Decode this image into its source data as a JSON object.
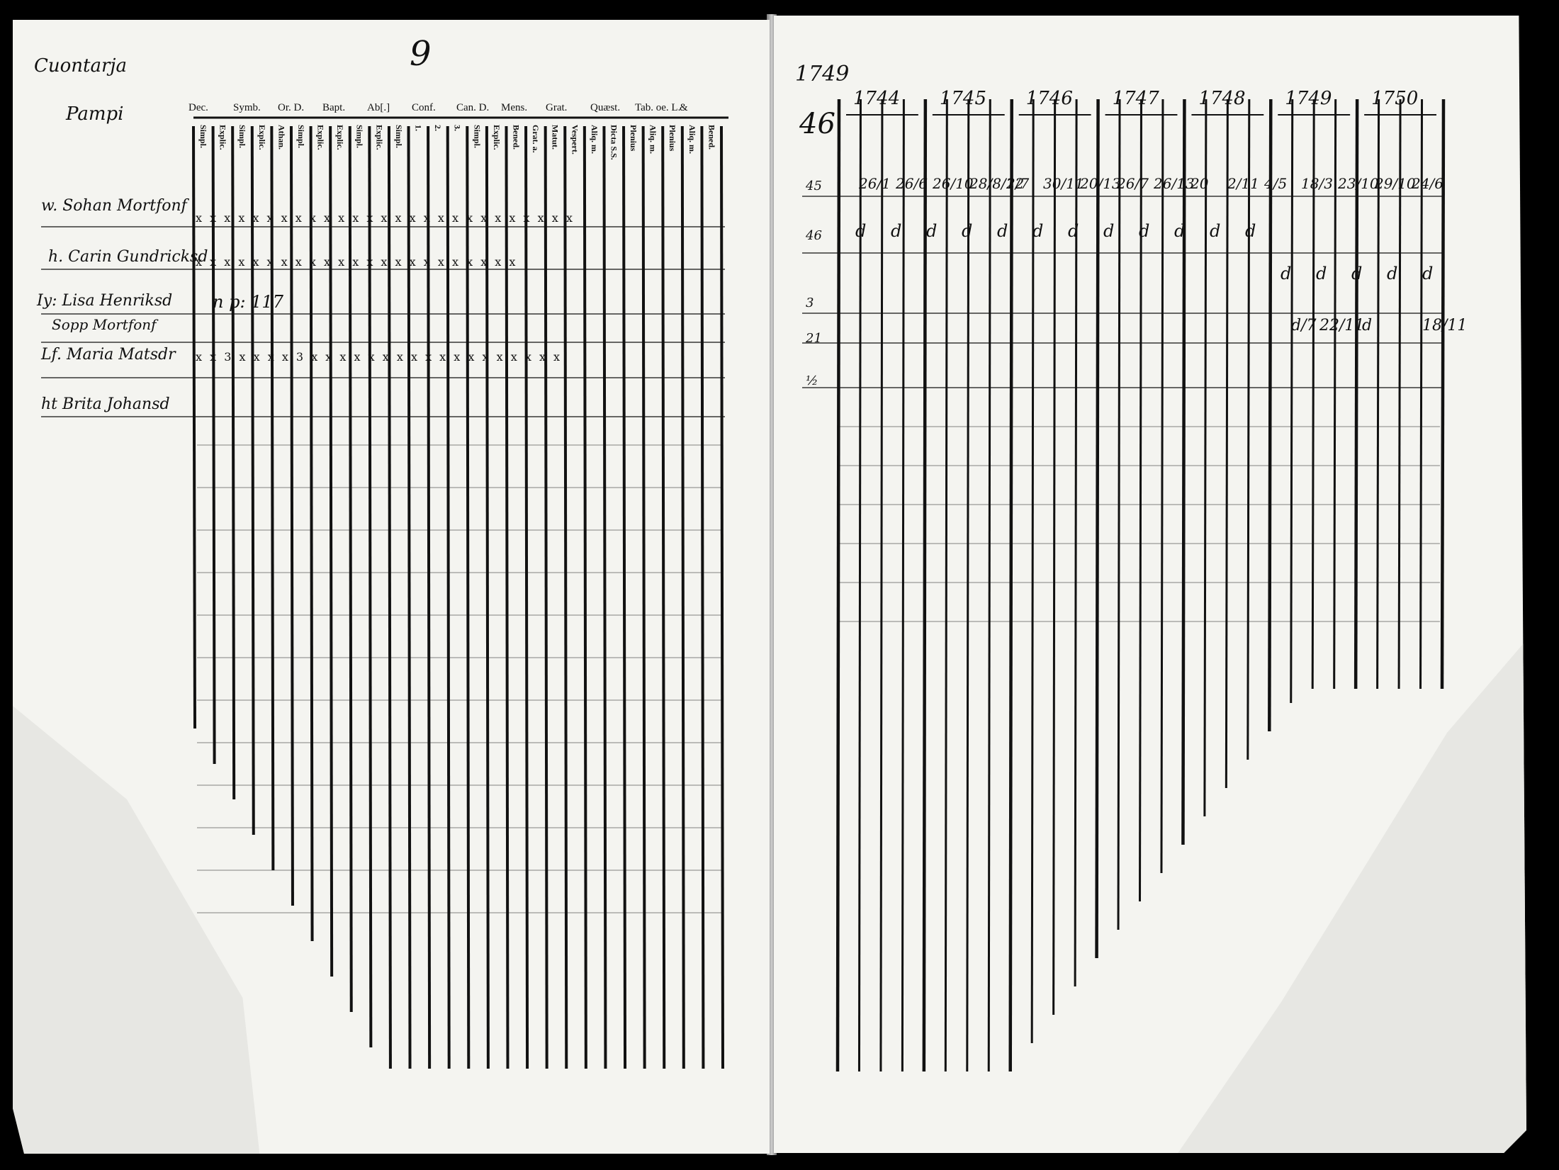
{
  "left_page": {
    "village": [
      "Cuontarja",
      "Pampi"
    ],
    "page_number": "9",
    "header_groups": [
      "Dec.",
      "Symb.",
      "Or. D.",
      "Bapt.",
      "Ab[.]",
      "Conf.",
      "Can. D.",
      "Mens.",
      "Grat.",
      "Quæst.",
      "Tab. oe. L.",
      "&"
    ],
    "column_headers": [
      "Simpl.",
      "Explic.",
      "Simpl.",
      "Explic.",
      "Athan.",
      "Simpl.",
      "Explic.",
      "Explic.",
      "Simpl.",
      "Explic.",
      "Simpl.",
      "1.",
      "2.",
      "3.",
      "Simpl.",
      "Explic.",
      "Bened.",
      "Grat. a.",
      "Matut.",
      "Vespert.",
      "Aliq. m.",
      "Dicta S.S.",
      "Plenius",
      "Aliq. m.",
      "Plenius",
      "Aliq. m.",
      "Bened."
    ],
    "names": [
      {
        "prefix": "w.",
        "name": "Sohan Mortfonf"
      },
      {
        "prefix": "h.",
        "name": "Carin Gundricksd"
      },
      {
        "prefix": "Iy:",
        "name": "Lisa Henriksd"
      },
      {
        "prefix": "",
        "name": "Sopp Mortfonf"
      },
      {
        "prefix": "Lf.",
        "name": "Maria Matsdr"
      },
      {
        "prefix": "ht",
        "name": "Brita Johansd"
      }
    ],
    "ref_text": "n p: 117",
    "row_marks": [
      "x x x x x x x x x x x x x x x x x x x x x x x x x x x",
      "x x x x x x x x x x x x x x x x x x x x x x x",
      "",
      "",
      "x x 3 x x x x 3 x x x x x x x x x x x x x x x x x x"
    ]
  },
  "right_page": {
    "corner_year": "1749",
    "corner_age": "46",
    "year_headers": [
      "1744",
      "1745",
      "1746",
      "1747",
      "1748",
      "1749",
      "1750"
    ],
    "row_labels": [
      "45",
      "46",
      "3",
      "21",
      "½"
    ],
    "row1_entries": [
      "26/1",
      "26/6",
      "26/10",
      "28/8/12",
      "2/7",
      "30/11",
      "20/13",
      "26/7",
      "26/13",
      "20",
      "2/11",
      "4/5",
      "18/3",
      "23/10",
      "29/10",
      "24/6"
    ],
    "row2_entries": [
      "d",
      "d",
      "d",
      "d",
      "d",
      "d",
      "d",
      "d",
      "d",
      "d",
      "d",
      "d",
      "d",
      "d",
      "d",
      "d",
      "d"
    ],
    "row4_entries": [
      "d/7",
      "22/11",
      "d",
      "18/11"
    ]
  }
}
